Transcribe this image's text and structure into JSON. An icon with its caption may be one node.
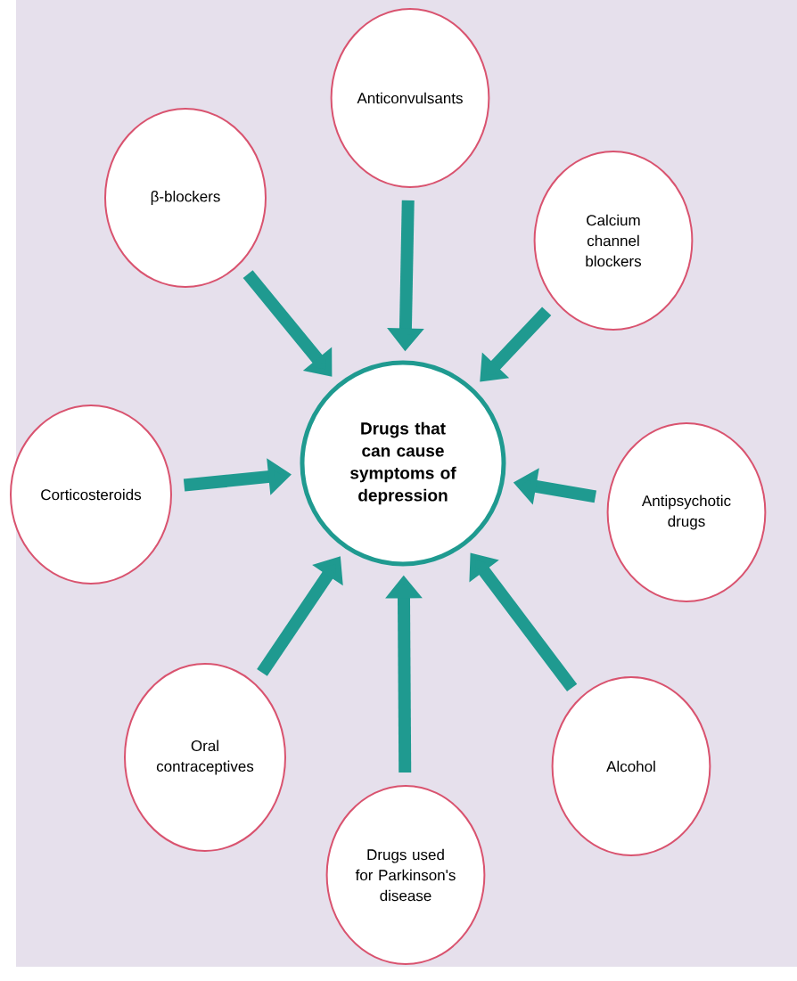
{
  "diagram": {
    "nodes": [
      {
        "text": [
          "Drugs that can cause symptoms of depression"
        ]
      },
      {
        "text": [
          "Anticonvulsants"
        ]
      },
      {
        "text": [
          "β-blockers"
        ]
      },
      {
        "text": [
          "Calcium channel blockers"
        ]
      },
      {
        "text": [
          "Corticosteroids"
        ]
      },
      {
        "text": [
          "Antipsychotic drugs"
        ]
      },
      {
        "text": [
          "Oral contraceptives"
        ]
      },
      {
        "text": [
          "Alcohol"
        ]
      },
      {
        "text": [
          "Drugs used for Parkinson's disease"
        ]
      }
    ],
    "edges": [
      {
        "from": 1,
        "to": 0,
        "arrow": "to"
      },
      {
        "from": 2,
        "to": 0,
        "arrow": "to"
      },
      {
        "from": 3,
        "to": 0,
        "arrow": "to"
      },
      {
        "from": 4,
        "to": 0,
        "arrow": "to"
      },
      {
        "from": 5,
        "to": 0,
        "arrow": "to"
      },
      {
        "from": 6,
        "to": 0,
        "arrow": "to"
      },
      {
        "from": 7,
        "to": 0,
        "arrow": "to"
      },
      {
        "from": 8,
        "to": 0,
        "arrow": "to"
      }
    ]
  }
}
